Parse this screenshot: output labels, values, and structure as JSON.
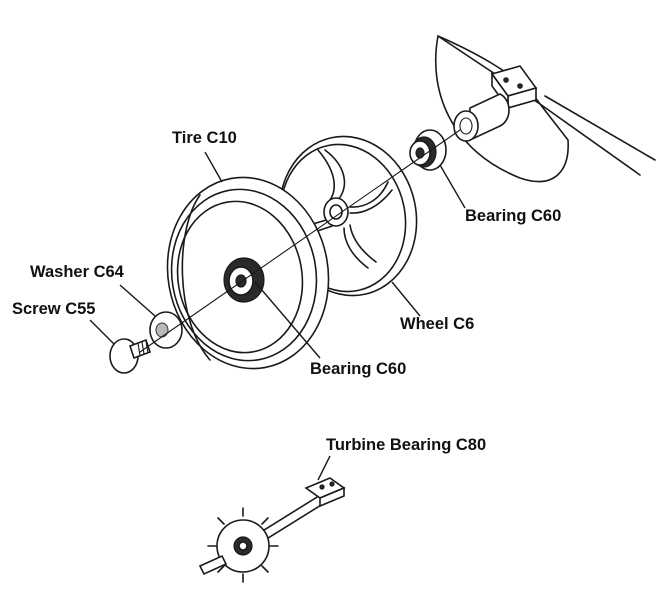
{
  "labels": {
    "tire": "Tire C10",
    "bearing_upper": "Bearing C60",
    "washer": "Washer C64",
    "screw": "Screw C55",
    "wheel": "Wheel C6",
    "bearing_lower": "Bearing C60",
    "turbine_bearing": "Turbine Bearing C80"
  }
}
